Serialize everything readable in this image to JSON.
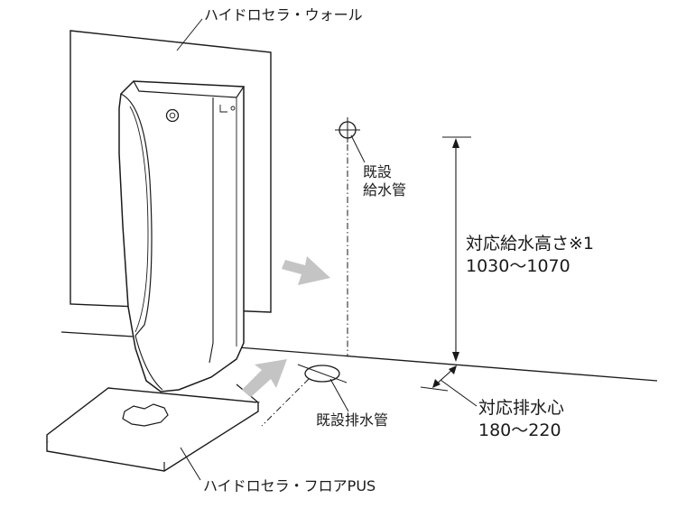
{
  "labels": {
    "wall_panel": "ハイドロセラ・ウォール",
    "floor_panel": "ハイドロセラ・フロアPUS",
    "existing_supply_pipe": [
      "既設",
      "給水管"
    ],
    "supply_height": {
      "title": "対応給水高さ※1",
      "range": "1030〜1070"
    },
    "existing_drain_pipe": "既設排水管",
    "drain_center": {
      "title": "対応排水心",
      "range": "180〜220"
    }
  },
  "colors": {
    "line": "#1a1a1a",
    "arrow": "#c4c4c4",
    "background": "#ffffff"
  }
}
